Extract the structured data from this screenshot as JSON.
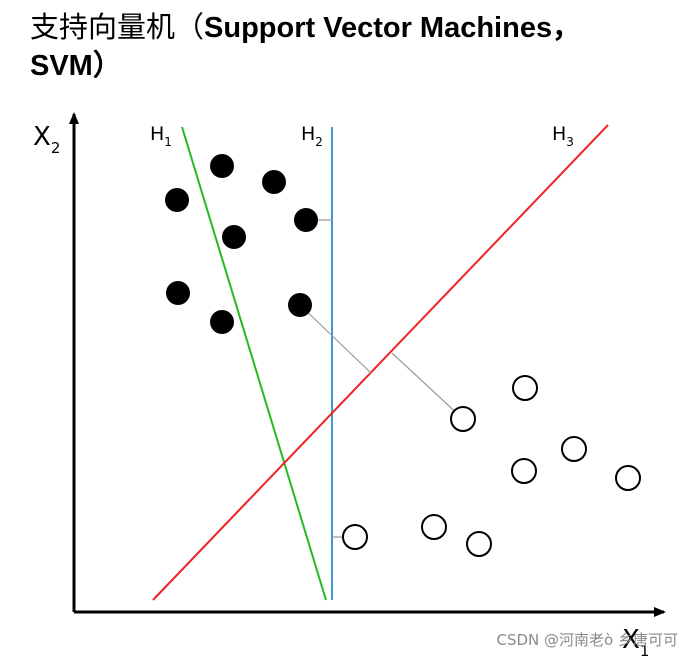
{
  "title": {
    "cn": "支持向量机（",
    "en": "Support Vector Machines，",
    "en2": "SVM）"
  },
  "axes": {
    "x_label": "X",
    "x_sub": "1",
    "y_label": "X",
    "y_sub": "2"
  },
  "hyperplanes": [
    {
      "label": "H",
      "sub": "1",
      "color": "#22bb22"
    },
    {
      "label": "H",
      "sub": "2",
      "color": "#3a9ad9"
    },
    {
      "label": "H",
      "sub": "3",
      "color": "#ee2222"
    }
  ],
  "colors": {
    "class_filled": "#000000",
    "class_hollow": "#ffffff",
    "margin_line": "#999999"
  },
  "watermark": "CSDN @河南老ò 乡唐可可"
}
